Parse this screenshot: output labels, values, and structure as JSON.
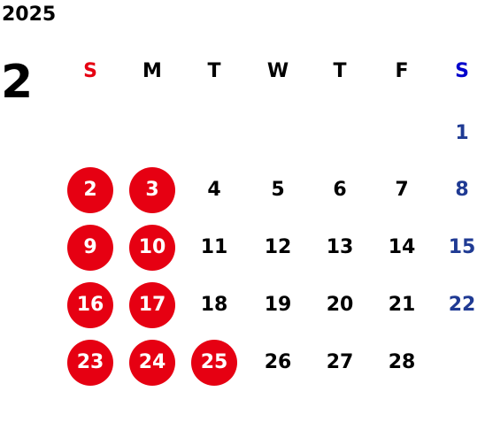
{
  "calendar": {
    "year": "2025",
    "month": "2",
    "weekdays": [
      "S",
      "M",
      "T",
      "W",
      "T",
      "F",
      "S"
    ],
    "days": [
      {
        "label": "1",
        "row": 0,
        "col": 6,
        "holiday": false
      },
      {
        "label": "2",
        "row": 1,
        "col": 0,
        "holiday": true
      },
      {
        "label": "3",
        "row": 1,
        "col": 1,
        "holiday": true
      },
      {
        "label": "4",
        "row": 1,
        "col": 2,
        "holiday": false
      },
      {
        "label": "5",
        "row": 1,
        "col": 3,
        "holiday": false
      },
      {
        "label": "6",
        "row": 1,
        "col": 4,
        "holiday": false
      },
      {
        "label": "7",
        "row": 1,
        "col": 5,
        "holiday": false
      },
      {
        "label": "8",
        "row": 1,
        "col": 6,
        "holiday": false
      },
      {
        "label": "9",
        "row": 2,
        "col": 0,
        "holiday": true
      },
      {
        "label": "10",
        "row": 2,
        "col": 1,
        "holiday": true
      },
      {
        "label": "11",
        "row": 2,
        "col": 2,
        "holiday": false
      },
      {
        "label": "12",
        "row": 2,
        "col": 3,
        "holiday": false
      },
      {
        "label": "13",
        "row": 2,
        "col": 4,
        "holiday": false
      },
      {
        "label": "14",
        "row": 2,
        "col": 5,
        "holiday": false
      },
      {
        "label": "15",
        "row": 2,
        "col": 6,
        "holiday": false
      },
      {
        "label": "16",
        "row": 3,
        "col": 0,
        "holiday": true
      },
      {
        "label": "17",
        "row": 3,
        "col": 1,
        "holiday": true
      },
      {
        "label": "18",
        "row": 3,
        "col": 2,
        "holiday": false
      },
      {
        "label": "19",
        "row": 3,
        "col": 3,
        "holiday": false
      },
      {
        "label": "20",
        "row": 3,
        "col": 4,
        "holiday": false
      },
      {
        "label": "21",
        "row": 3,
        "col": 5,
        "holiday": false
      },
      {
        "label": "22",
        "row": 3,
        "col": 6,
        "holiday": false
      },
      {
        "label": "23",
        "row": 4,
        "col": 0,
        "holiday": true
      },
      {
        "label": "24",
        "row": 4,
        "col": 1,
        "holiday": true
      },
      {
        "label": "25",
        "row": 4,
        "col": 2,
        "holiday": true
      },
      {
        "label": "26",
        "row": 4,
        "col": 3,
        "holiday": false
      },
      {
        "label": "27",
        "row": 4,
        "col": 4,
        "holiday": false
      },
      {
        "label": "28",
        "row": 4,
        "col": 5,
        "holiday": false
      }
    ]
  },
  "colors": {
    "sunday_header": "#e60012",
    "saturday_header": "#0000cc",
    "saturday_day": "#1f3a93",
    "weekday_text": "#000000",
    "holiday_fill": "#e60012",
    "holiday_text": "#ffffff"
  }
}
